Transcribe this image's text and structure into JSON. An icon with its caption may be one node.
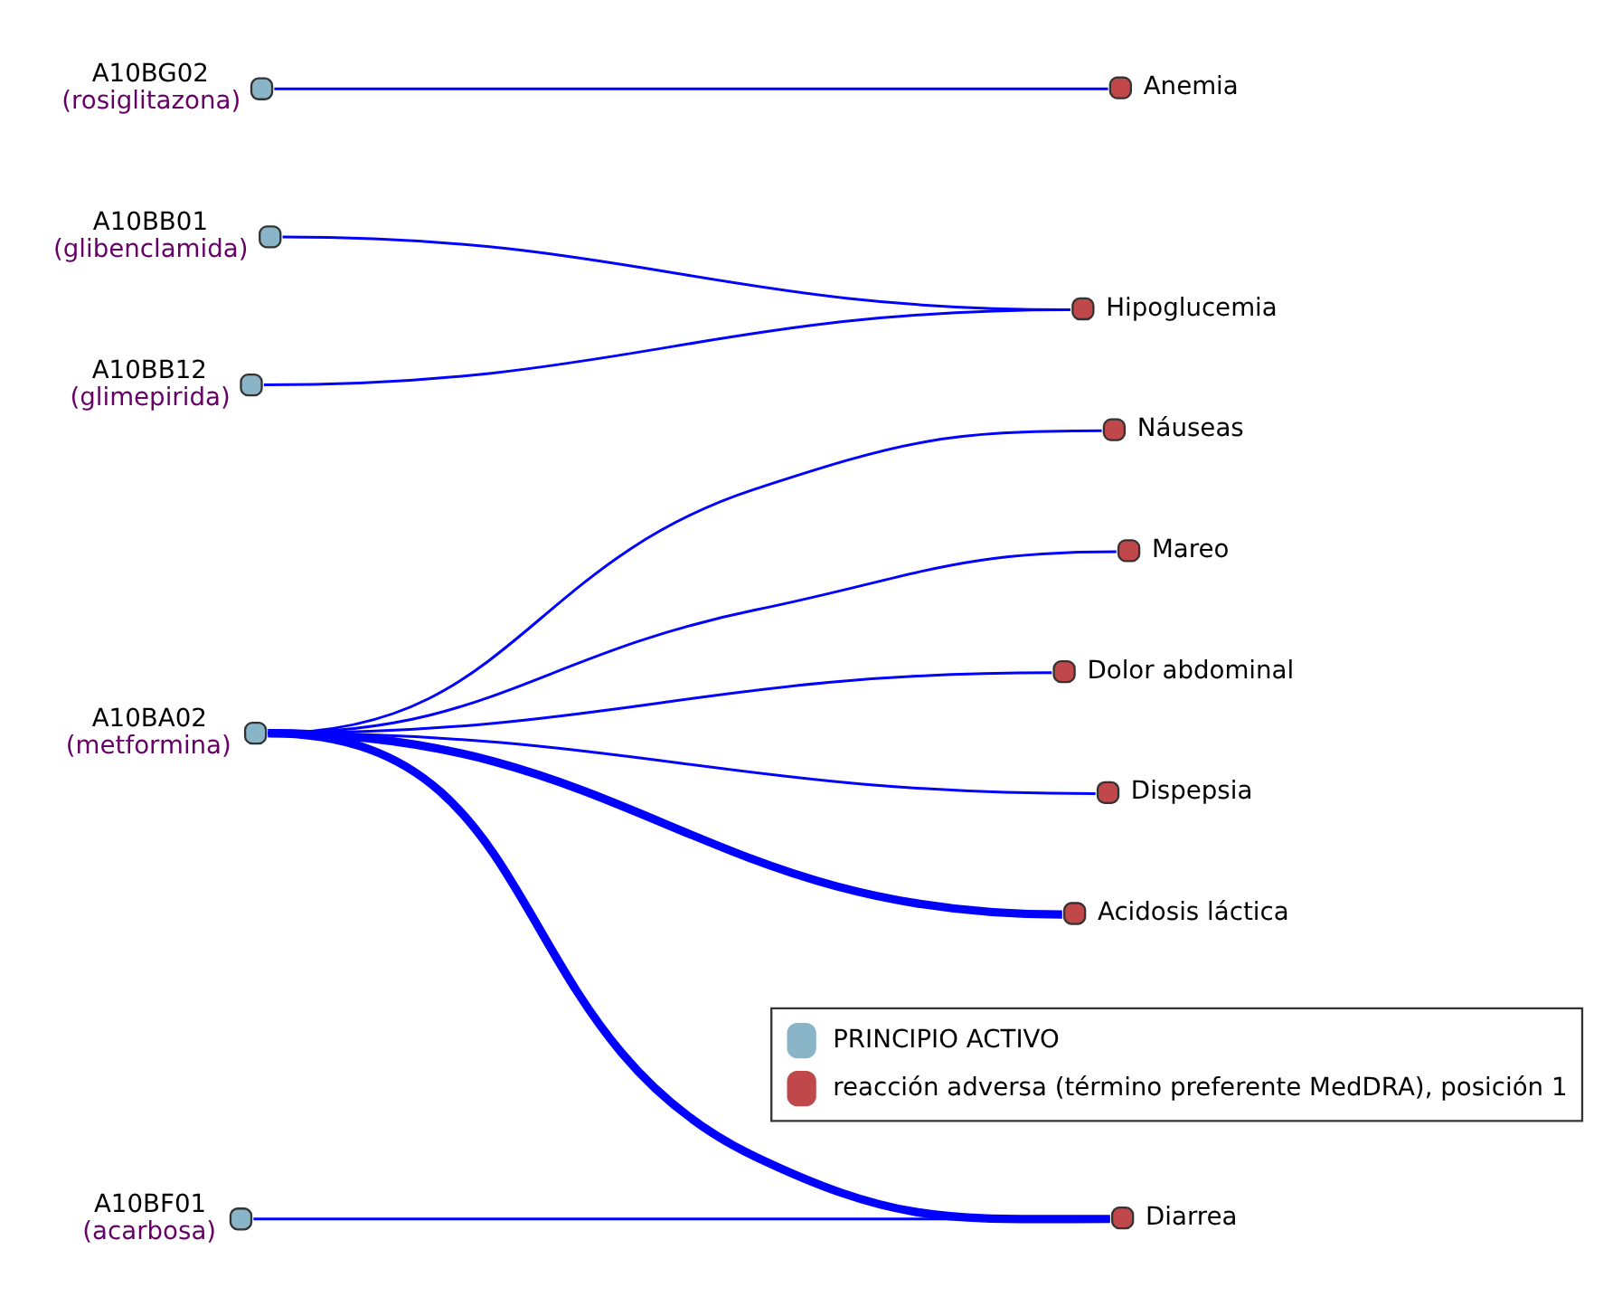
{
  "diagram": {
    "nodes": [
      {
        "text": [
          "A10BA02",
          "(metformina)"
        ]
      },
      {
        "text": [
          "A10BB01",
          "(glibenclamida)"
        ]
      },
      {
        "text": [
          "A10BB12",
          "(glimepirida)"
        ]
      },
      {
        "text": [
          "A10BF01",
          "(acarbosa)"
        ]
      },
      {
        "text": [
          "A10BG02",
          "(rosiglitazona)"
        ]
      },
      {
        "text": [
          "Náuseas"
        ]
      },
      {
        "text": [
          "Mareo"
        ]
      },
      {
        "text": [
          "Hipoglucemia"
        ]
      },
      {
        "text": [
          "Dolor abdominal"
        ]
      },
      {
        "text": [
          "Dispepsia"
        ]
      },
      {
        "text": [
          "Diarrea"
        ]
      },
      {
        "text": [
          "Anemia"
        ]
      },
      {
        "text": [
          "Acidosis láctica"
        ]
      }
    ],
    "edges": [
      {
        "from": 0,
        "to": 5,
        "arrow": "none"
      },
      {
        "from": 0,
        "to": 6,
        "arrow": "none"
      },
      {
        "from": 0,
        "to": 8,
        "arrow": "none"
      },
      {
        "from": 0,
        "to": 9,
        "arrow": "none"
      },
      {
        "from": 0,
        "to": 10,
        "arrow": "none",
        "style": "thick"
      },
      {
        "from": 0,
        "to": 12,
        "arrow": "none",
        "style": "thick"
      },
      {
        "from": 1,
        "to": 7,
        "arrow": "none"
      },
      {
        "from": 2,
        "to": 7,
        "arrow": "none"
      },
      {
        "from": 3,
        "to": 10,
        "arrow": "none"
      },
      {
        "from": 4,
        "to": 11,
        "arrow": "none"
      }
    ],
    "legend": [
      {
        "text": "PRINCIPIO ACTIVO",
        "color": "#8ab4c8"
      },
      {
        "text": "reacción adversa (término preferente MedDRA), posición 1",
        "color": "#c0474a"
      }
    ]
  }
}
